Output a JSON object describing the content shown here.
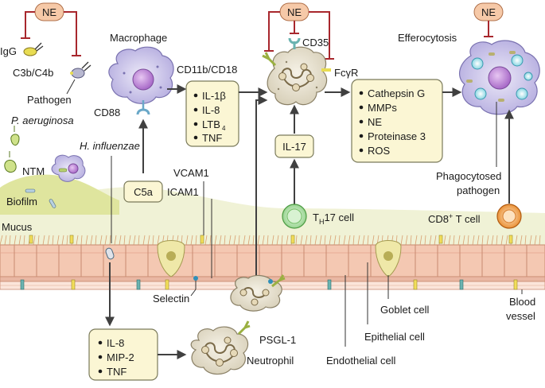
{
  "labels": {
    "ne_1": "NE",
    "ne_2": "NE",
    "ne_3": "NE",
    "igg": "IgG",
    "c3b_c4b": "C3b/C4b",
    "pathogen": "Pathogen",
    "macrophage": "Macrophage",
    "cd88": "CD88",
    "p_aeruginosa": "P. aeruginosa",
    "ntm": "NTM",
    "h_influenzae": "H. influenzae",
    "biofilm": "Biofilm",
    "mucus": "Mucus",
    "c5a": "C5a",
    "vcam1": "VCAM1",
    "icam1": "ICAM1",
    "selectin": "Selectin",
    "cd11b_cd18": "CD11b/CD18",
    "cd35": "CD35",
    "fcgr_main": "FcγR",
    "il17": "IL-17",
    "th17_main": "T",
    "th17_sub": "H",
    "th17_rest": "17 cell",
    "efferocytosis": "Efferocytosis",
    "phagocytosed_pathogen_1": "Phagocytosed",
    "phagocytosed_pathogen_2": "pathogen",
    "cd8_main": "CD8",
    "cd8_sup": "+",
    "cd8_rest": " T cell",
    "blood_vessel_1": "Blood",
    "blood_vessel_2": "vessel",
    "goblet_cell": "Goblet cell",
    "epithelial_cell": "Epithelial cell",
    "endothelial_cell": "Endothelial cell",
    "psgl1": "PSGL-1",
    "neutrophil": "Neutrophil"
  },
  "cytokine_box": {
    "items": [
      "IL-1β",
      "IL-8",
      "LTB",
      "TNF"
    ],
    "ltb_sub": "4"
  },
  "protease_box": {
    "items": [
      "Cathepsin G",
      "MMPs",
      "NE",
      "Proteinase 3",
      "ROS"
    ]
  },
  "lower_box": {
    "items": [
      "IL-8",
      "MIP-2",
      "TNF"
    ]
  },
  "colors": {
    "inhibition": "#a8272d",
    "ne_fill": "#f6c9a8",
    "box_fill": "#fbf6d4",
    "epithelium": "#f2c3ad",
    "macrophage": "#c9c3e8",
    "neutrophil": "#e2dccb",
    "th17": "#b7e2b0",
    "cd8": "#f2a14f"
  }
}
